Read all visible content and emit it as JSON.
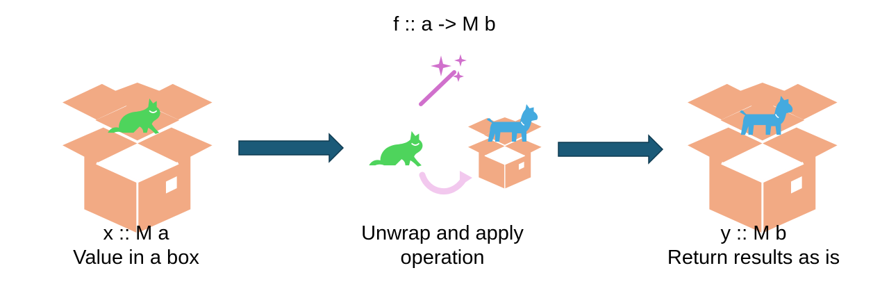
{
  "function_signature": "f :: a -> M b",
  "left": {
    "type_line": "x :: M a",
    "caption": "Value in a box"
  },
  "middle": {
    "caption_line1": "Unwrap and apply",
    "caption_line2": "operation"
  },
  "right": {
    "type_line": "y :: M b",
    "caption": "Return results as is"
  },
  "colors": {
    "box": "#F2AA84",
    "box_lines": "#ffffff",
    "cat": "#4ED45C",
    "dog": "#44AADF",
    "arrow": "#1B5A78",
    "wand": "#D070CC",
    "curve": "#F2C8EE"
  },
  "icons": {
    "left_box": "open-box-icon",
    "cat": "cat-icon",
    "dog": "dog-icon",
    "wand": "magic-wand-icon",
    "arrow": "right-arrow-icon",
    "curve": "curved-arrow-icon"
  }
}
